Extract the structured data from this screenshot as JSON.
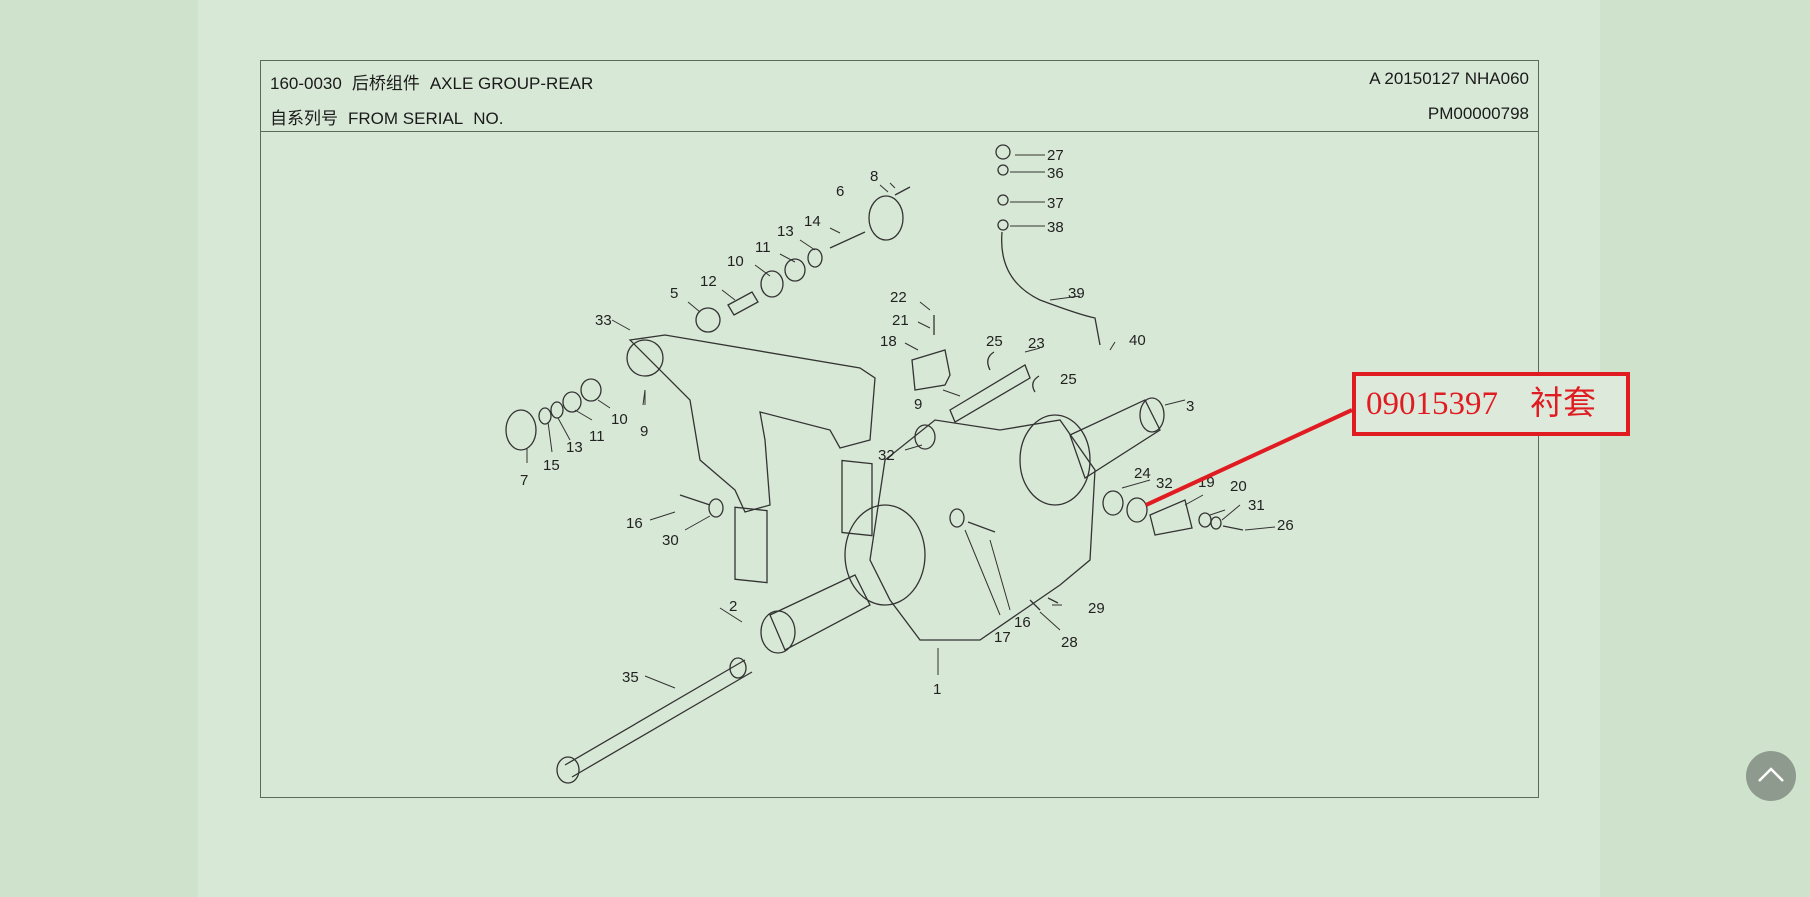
{
  "header": {
    "code": "160-0030",
    "name_cn": "后桥组件",
    "name_en": "AXLE GROUP-REAR",
    "revision": "A 20150127 NHA060",
    "serial_cn": "自系列号",
    "serial_en": "FROM SERIAL",
    "serial_no_label": "NO.",
    "serial_value": "PM00000798"
  },
  "callout": {
    "part_number": "09015397",
    "part_name": "衬套",
    "color": "#e11b22"
  },
  "part_labels": [
    "27",
    "36",
    "37",
    "38",
    "8",
    "6",
    "14",
    "13",
    "11",
    "10",
    "12",
    "5",
    "22",
    "21",
    "39",
    "40",
    "18",
    "25",
    "23",
    "25",
    "33",
    "9",
    "3",
    "10",
    "11",
    "13",
    "15",
    "7",
    "9",
    "32",
    "24",
    "32",
    "19",
    "20",
    "31",
    "26",
    "16",
    "30",
    "2",
    "29",
    "16",
    "17",
    "28",
    "35",
    "1"
  ],
  "scroll_top_icon": "chevron-up-icon"
}
